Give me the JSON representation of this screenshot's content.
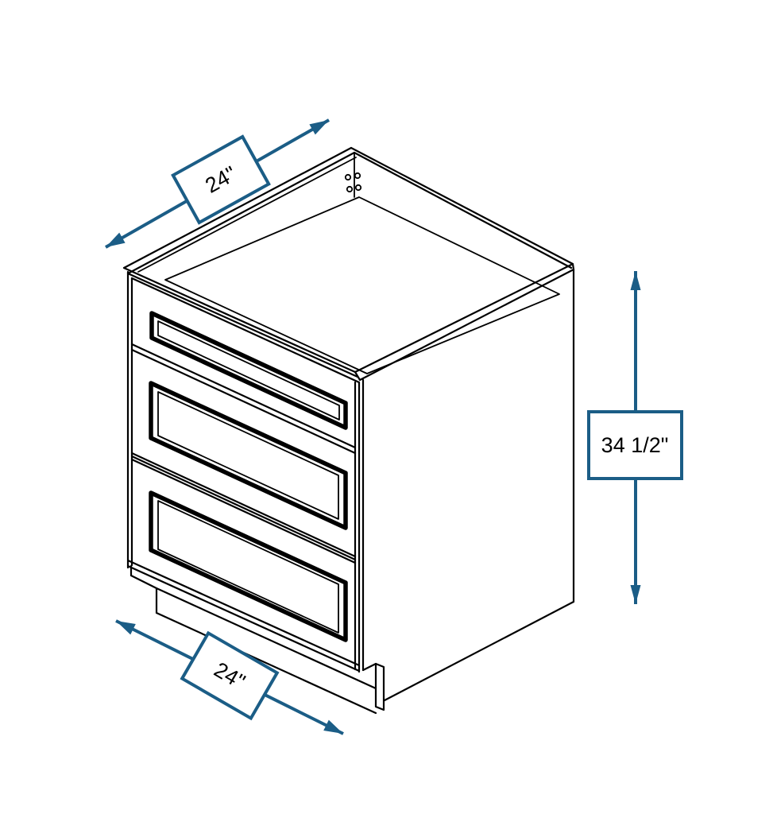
{
  "diagram": {
    "subject": "3-drawer base cabinet",
    "view": "isometric line drawing",
    "drawer_count": 3
  },
  "dimensions": {
    "depth": {
      "label": "24\"",
      "orientation": "diagonal-up-right"
    },
    "width": {
      "label": "24\"",
      "orientation": "diagonal-down-right"
    },
    "height": {
      "label": "34 1/2\"",
      "orientation": "vertical"
    }
  },
  "colors": {
    "dimension_accent": "#1b5d86",
    "drawing_line": "#000000",
    "label_box_fill": "#ffffff",
    "label_text": "#000000",
    "background": "#ffffff"
  }
}
